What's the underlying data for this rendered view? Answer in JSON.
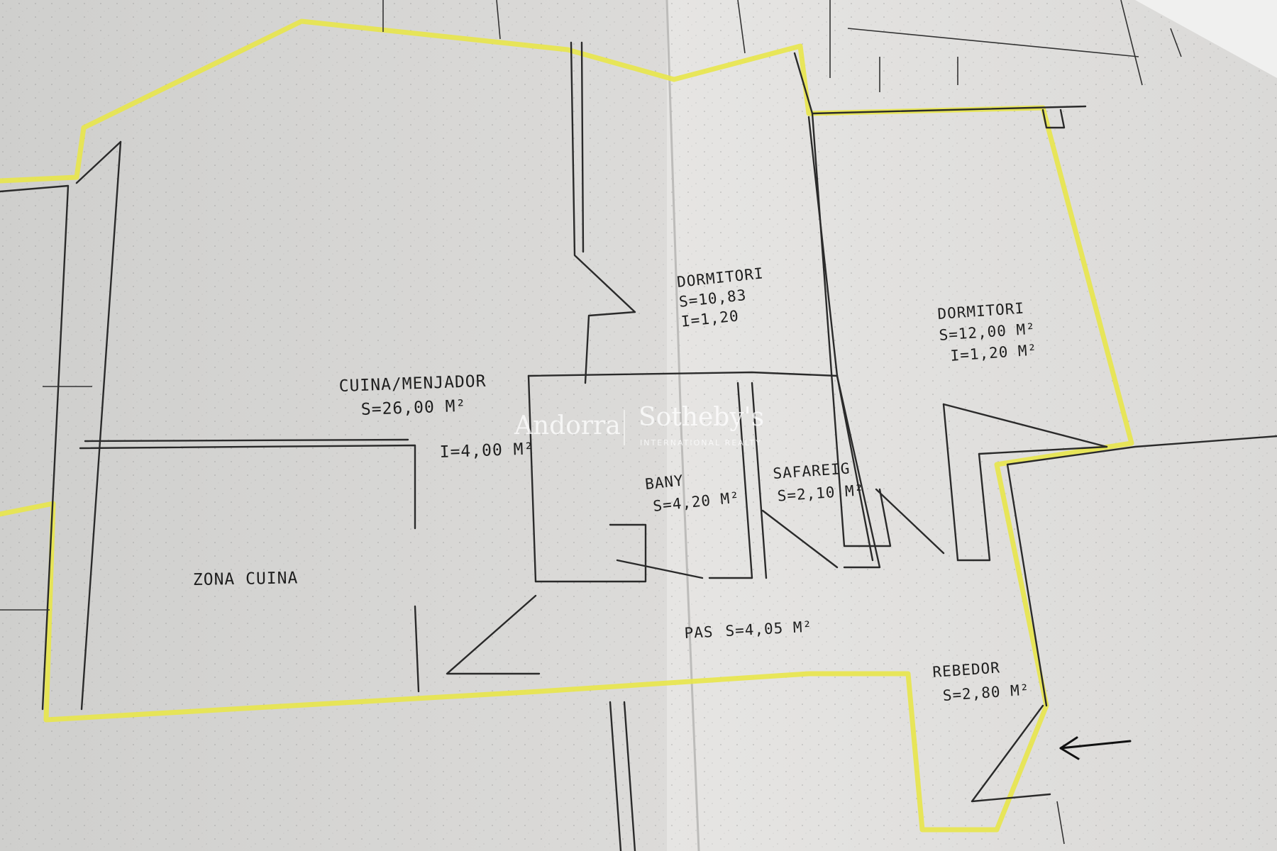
{
  "colors": {
    "paper_left": "#dddcda",
    "paper_right": "#e4e3e1",
    "highlight": "#e8e64a",
    "ink": "#2a2a2a"
  },
  "rooms": {
    "bedroom_center": {
      "name": "DORMITORI",
      "area": "S=10,83",
      "cupboard": "I=1,20"
    },
    "bedroom_right": {
      "name": "DORMITORI",
      "area": "S=12,00 M²",
      "cupboard": "I=1,20 M²"
    },
    "kitchen_dining": {
      "name": "CUINA/MENJADOR",
      "area": "S=26,00 M²"
    },
    "storage": {
      "label": "I=4,00 M²"
    },
    "bathroom": {
      "name": "BANY",
      "area": "S=4,20 M²"
    },
    "laundry": {
      "name": "SAFAREIG",
      "area": "S=2,10 M²"
    },
    "kitchen_zone": {
      "name": "ZONA CUINA"
    },
    "hall": {
      "name": "PAS",
      "area": "S=4,05 M²"
    },
    "entrance": {
      "name": "REBEDOR",
      "area": "S=2,80 M²"
    }
  },
  "watermark": {
    "left": "Andorra",
    "right": "Sotheby's",
    "sub": "INTERNATIONAL REALTY"
  }
}
